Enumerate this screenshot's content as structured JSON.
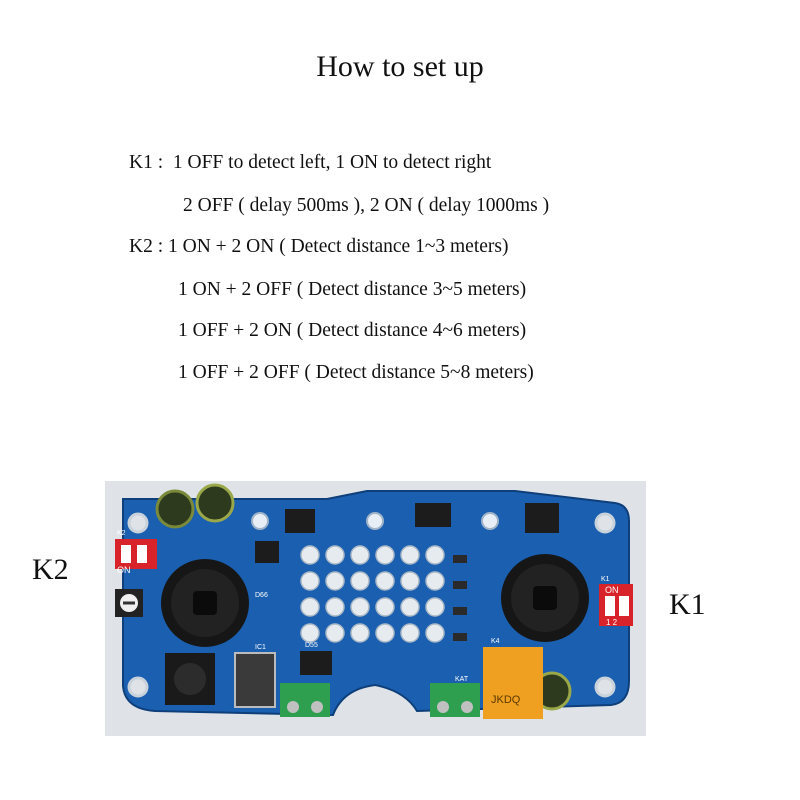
{
  "title": "How to set up",
  "instructions": {
    "k1_line1": "K1 :  1 OFF to detect left, 1 ON to detect right",
    "k1_line2": "2 OFF ( delay 500ms ), 2 ON ( delay 1000ms )",
    "k2_line1": "K2 : 1 ON + 2 ON ( Detect distance 1~3 meters)",
    "k2_line2": "1 ON + 2 OFF ( Detect distance 3~5 meters)",
    "k2_line3": "1 OFF + 2 ON ( Detect distance 4~6 meters)",
    "k2_line4": "1 OFF + 2 OFF ( Detect distance 5~8 meters)"
  },
  "labels": {
    "k2": "K2",
    "k1": "K1"
  },
  "board": {
    "relay_text": "JKDQ",
    "switch_k2_on": "ON",
    "switch_k1_on": "ON",
    "switch_nums": "1 2",
    "silk_k1": "K1",
    "silk_k2": "K2",
    "silk_k4": "K4",
    "silk_kat": "KAT",
    "silk_ic1": "IC1",
    "silk_d55": "D55",
    "silk_d66": "D66",
    "colors": {
      "pcb": "#1a5fb0",
      "switch": "#d8232a",
      "relay": "#f0a020",
      "terminal": "#2e9e4f"
    }
  }
}
